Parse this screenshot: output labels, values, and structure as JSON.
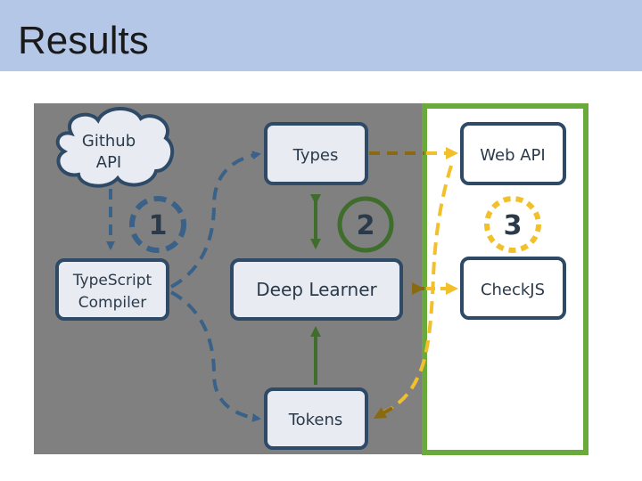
{
  "slide": {
    "title": "Results"
  },
  "diagram": {
    "nodes": {
      "github_api": [
        "Github",
        "API"
      ],
      "typescript_compiler": [
        "TypeScript",
        "Compiler"
      ],
      "types": "Types",
      "deep_learner": "Deep Learner",
      "tokens": "Tokens",
      "web_api": "Web API",
      "checkjs": "CheckJS"
    },
    "steps": {
      "step1": "1",
      "step2": "2",
      "step3": "3"
    },
    "colors": {
      "panel_gray": "#808080",
      "node_fill": "#e8ecf2",
      "node_border": "#2e4a66",
      "blue_arrow": "#3a6187",
      "green_arrow": "#3e6d2c",
      "green_frame": "#6aaa3a",
      "yellow_dash": "#f2c02b",
      "olive_arrow": "#8a6a10"
    }
  }
}
